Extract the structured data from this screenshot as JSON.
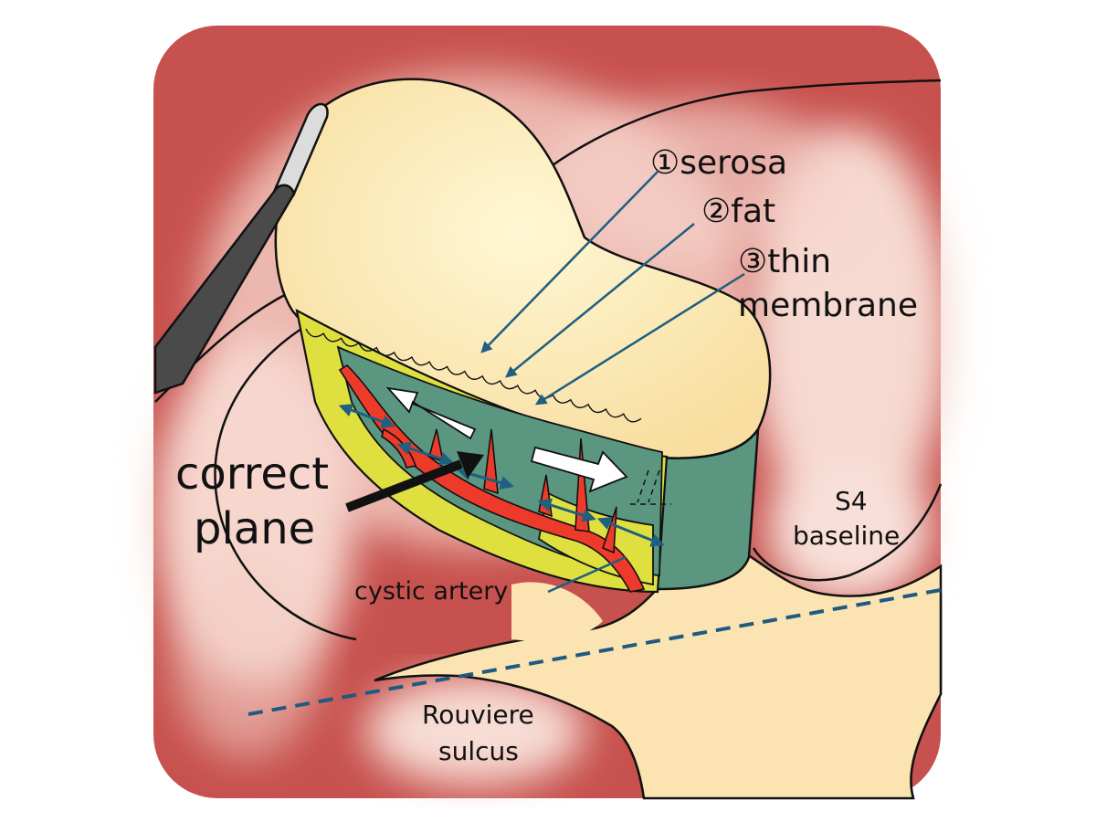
{
  "labels": {
    "serosa": "①serosa",
    "fat": "②fat",
    "thin_line1": "③thin",
    "thin_line2": "membrane",
    "correct_line1": "correct",
    "correct_line2": "plane",
    "cystic_artery": "cystic artery",
    "s4_line1": "S4",
    "s4_line2": "baseline",
    "rouviere_line1": "Rouviere",
    "rouviere_line2": "sulcus"
  },
  "colors": {
    "liver_red": "#c7514e",
    "liver_highlight": "#f7d8cf",
    "gallbladder": "#fbe7b0",
    "membrane_green": "#5a9680",
    "fat_yellow": "#dfe040",
    "artery_red": "#ee3a2b",
    "pointer_blue": "#1f5f80",
    "dashed_line": "#1f5a80",
    "instrument": "#4a4a4a"
  },
  "icons": [
    "dissection-arrow",
    "blue-double-arrow",
    "black-pointer-arrow",
    "grasper-instrument"
  ]
}
